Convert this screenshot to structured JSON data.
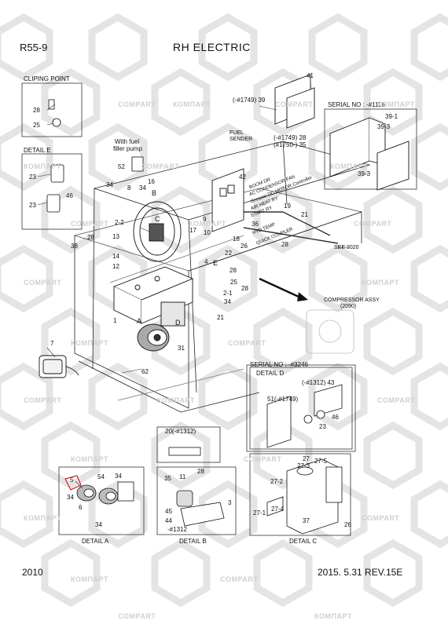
{
  "header": {
    "model": "R55-9",
    "title": "RH ELECTRIC"
  },
  "footer": {
    "page_number": "2010",
    "revision": "2015. 5.31  REV.15E"
  },
  "watermark": {
    "text_a": "COMPART",
    "text_b": "КОМПАРТ"
  },
  "sections": {
    "clipping_point": "CLIPING POINT",
    "detail_e": "DETAIL E",
    "detail_a": "DETAIL A",
    "detail_b": "DETAIL B",
    "detail_c": "DETAIL C",
    "detail_d": "DETAIL D",
    "serial_1116": "SERIAL NO : -#1116",
    "serial_3246": "SERIAL NO : -#3246",
    "fuel_filler": "With fuel\nfiller pump",
    "fuel_filler_l1": "With fuel",
    "fuel_filler_l2": "filler pump",
    "fuel_sender_l1": "FUEL",
    "fuel_sender_l2": "SENDER",
    "compressor_l1": "COMPRESSOR ASSY",
    "compressor_l2": "(2090)",
    "see_2020": "SEE 2020",
    "b_label": "B",
    "c_label": "C",
    "a_label": "A",
    "d_label": "D",
    "e_label": "E"
  },
  "relay_labels": [
    "BOOM DR",
    "AC CONDENSOR FAN",
    "Greaser DC MOTOR Controller",
    "AIR HEAT RY",
    "START RY"
  ],
  "misc_labels": {
    "hyd_temp": "HYD TEMP",
    "quick_coupler": "QUICK COUPLER",
    "serial_1749_39": "(-#1749) 39",
    "serial_1749_28": "(-#1749) 28",
    "serial_1750_35": "(#1750-) 35",
    "serial_1312_20": "20(-#1312)",
    "serial_1312_b": "-#1312",
    "serial_1312_43": "(-#1312) 43",
    "serial_1749_51": "51(-#1749)"
  },
  "part_numbers": {
    "p28a": "28",
    "p25a": "25",
    "p23a": "23",
    "p46a": "46",
    "p23b": "23",
    "p52": "52",
    "p34a": "34",
    "p8": "8",
    "p34b": "34",
    "p16": "16",
    "p2_2": "2-2",
    "p13": "13",
    "p28b": "28",
    "p38": "38",
    "p14": "14",
    "p12": "12",
    "p1": "1",
    "p7": "7",
    "p62": "62",
    "p31": "31",
    "p21a": "21",
    "p34c": "34",
    "p2_1": "2-1",
    "p25b": "25",
    "p28c": "28",
    "p22": "22",
    "p26": "26",
    "p28d": "28",
    "p18": "18",
    "p36": "36",
    "p28e": "28",
    "p21b": "21",
    "p19": "19",
    "p17": "17",
    "p10": "10",
    "p9": "9",
    "p42": "42",
    "p41": "41",
    "p39_1": "39-1",
    "p39_3a": "39-3",
    "p39_3b": "39-3",
    "p5": "5",
    "p54": "54",
    "p34d": "34",
    "p6": "6",
    "p34e": "34",
    "p34f": "34",
    "p35": "35",
    "p11": "11",
    "p28f": "28",
    "p3": "3",
    "p45": "45",
    "p44": "44",
    "p27": "27",
    "p27_2": "27-2",
    "p27_5": "27-5",
    "p27_3": "27-3",
    "p27_1": "27-1",
    "p27_4": "27-4",
    "p37": "37",
    "p26b": "26",
    "p23c": "23",
    "p46b": "46",
    "p4": "4"
  }
}
